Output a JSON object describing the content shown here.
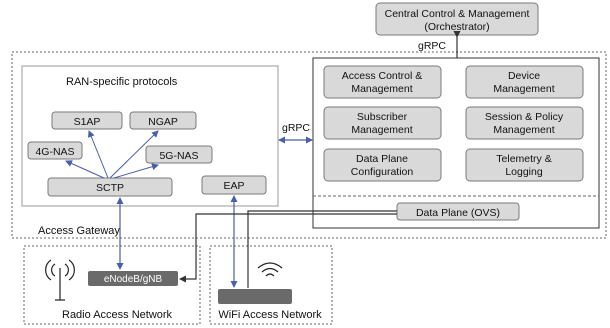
{
  "orchestrator": {
    "line1": "Central Control & Management",
    "line2": "(Orchestrator)"
  },
  "grpc_top": "gRPC",
  "grpc_mid": "gRPC",
  "ran": {
    "title": "RAN-specific protocols",
    "s1ap": "S1AP",
    "ngap": "NGAP",
    "nas4g": "4G-NAS",
    "nas5g": "5G-NAS",
    "sctp": "SCTP",
    "eap": "EAP"
  },
  "services": {
    "access_control": [
      "Access Control &",
      "Management"
    ],
    "device_mgmt": [
      "Device",
      "Management"
    ],
    "subscriber_mgmt": [
      "Subscriber",
      "Management"
    ],
    "session_policy": [
      "Session & Policy",
      "Management"
    ],
    "data_plane_config": [
      "Data Plane",
      "Configuration"
    ],
    "telemetry": [
      "Telemetry &",
      "Logging"
    ]
  },
  "data_plane": "Data Plane (OVS)",
  "access_gateway": "Access Gateway",
  "radio": {
    "enodeb": "eNodeB/gNB",
    "network": "Radio Access Network"
  },
  "wifi": {
    "network": "WiFi Access Network"
  },
  "colors": {
    "box_fill": "#d9d9d9",
    "box_stroke": "#7a7a7a",
    "arrow": "#4a5fa8",
    "line": "#333333"
  }
}
